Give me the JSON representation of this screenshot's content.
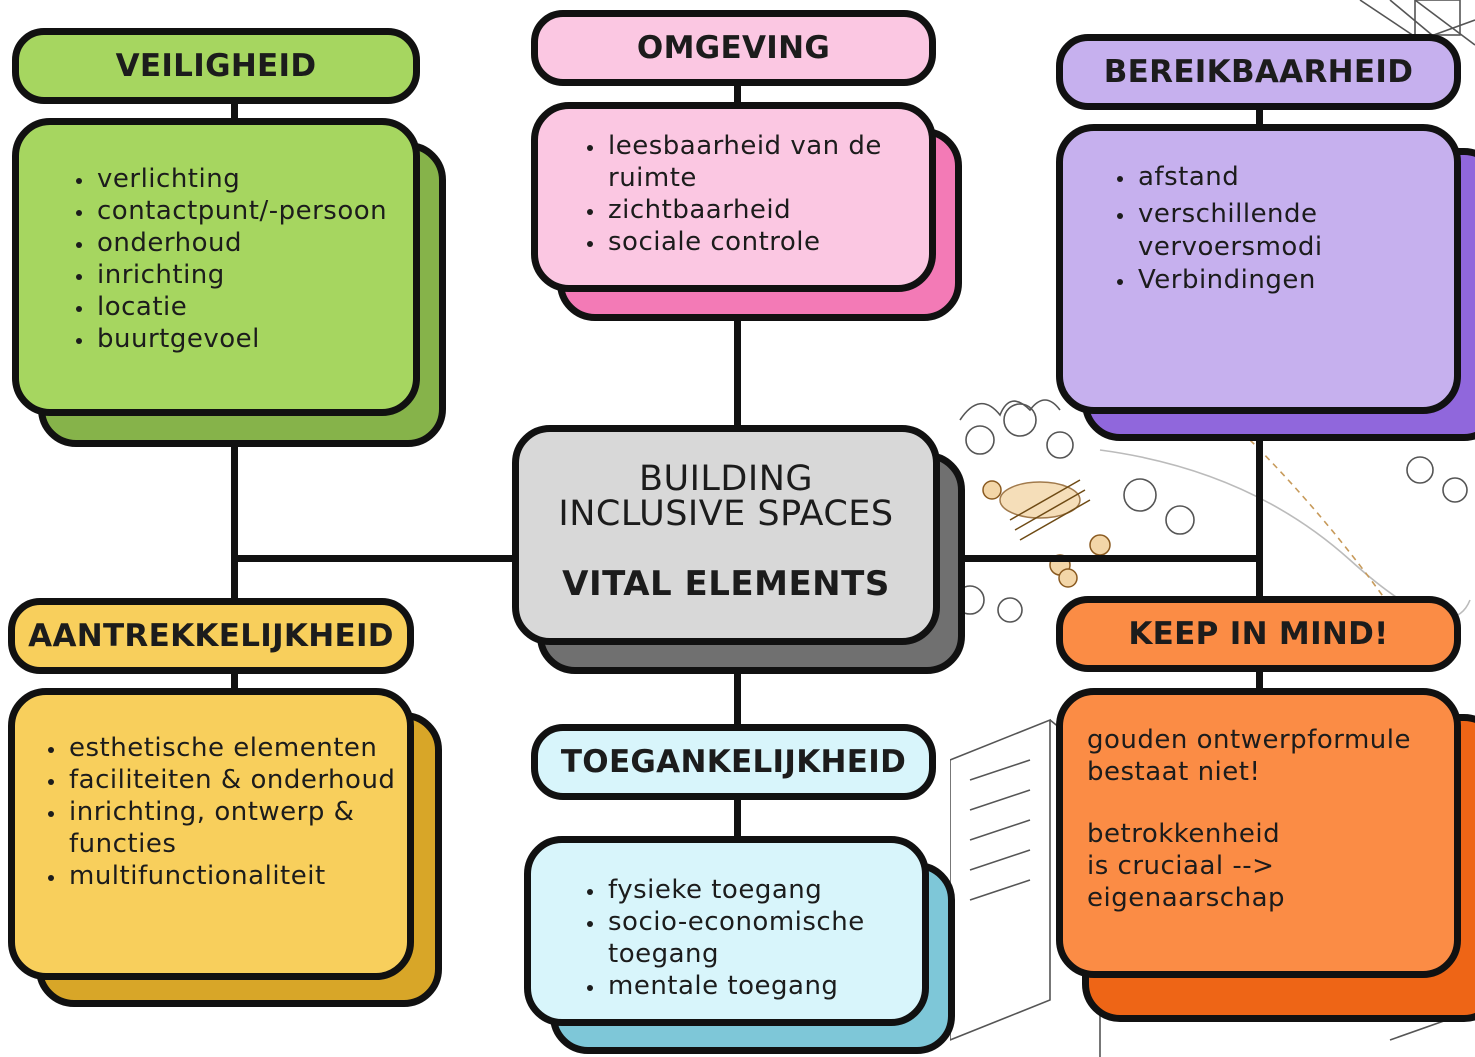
{
  "colors": {
    "outline": "#111111",
    "green_fill": "#a6d660",
    "green_shadow": "#86b34a",
    "pink_fill": "#fbc7e2",
    "pink_shadow": "#f37ab6",
    "purple_fill": "#c6b0ee",
    "purple_shadow": "#9067dc",
    "yellow_fill": "#f8cf5c",
    "yellow_shadow": "#d8a628",
    "blue_fill": "#d8f5fb",
    "blue_shadow": "#7ec7d8",
    "orange_fill": "#fb8c45",
    "orange_shadow": "#ee6516",
    "gray_fill": "#d8d8d8",
    "gray_shadow": "#707070"
  },
  "center": {
    "title_line1": "BUILDING",
    "title_line2": "INCLUSIVE SPACES",
    "subtitle": "VITAL ELEMENTS"
  },
  "veiligheid": {
    "title": "VEILIGHEID",
    "items": [
      "verlichting",
      "contactpunt/-persoon",
      "onderhoud",
      "inrichting",
      "locatie",
      "buurtgevoel"
    ]
  },
  "omgeving": {
    "title": "OMGEVING",
    "items": [
      "leesbaarheid van de ruimte",
      "zichtbaarheid",
      "sociale controle"
    ]
  },
  "bereikbaarheid": {
    "title": "BEREIKBAARHEID",
    "items": [
      "afstand",
      "verschillende vervoersmodi",
      "Verbindingen"
    ]
  },
  "aantrekkelijkheid": {
    "title": "AANTREKKELIJKHEID",
    "items": [
      "esthetische elementen",
      "faciliteiten & onderhoud",
      "inrichting, ontwerp & functies",
      "multifunctionaliteit"
    ]
  },
  "toegankelijkheid": {
    "title": "TOEGANKELIJKHEID",
    "items": [
      "fysieke toegang",
      "socio-economische toegang",
      "mentale toegang"
    ]
  },
  "keep_in_mind": {
    "title": "KEEP IN MIND!",
    "para1_line1": "gouden ontwerpformule",
    "para1_line2": "bestaat niet!",
    "para2_line1": "betrokkenheid",
    "para2_line2": "is cruciaal -->",
    "para2_line3": "eigenaarschap"
  }
}
